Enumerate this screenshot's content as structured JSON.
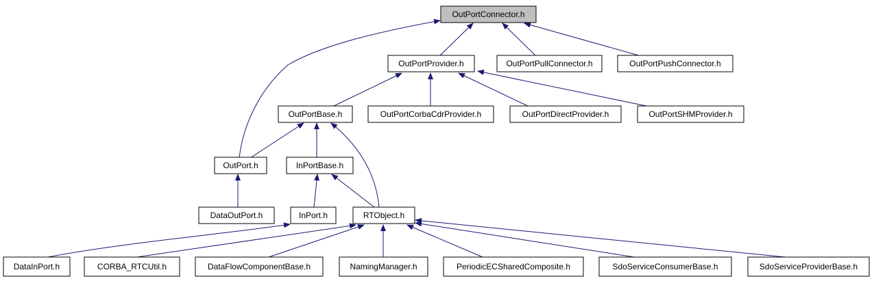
{
  "colors": {
    "edge": "#191970",
    "root_fill": "#bfbfbf",
    "node_fill": "#ffffff",
    "border": "#000000"
  },
  "nodes": {
    "outport_connector": "OutPortConnector.h",
    "outport_provider": "OutPortProvider.h",
    "outport_pull_connector": "OutPortPullConnector.h",
    "outport_push_connector": "OutPortPushConnector.h",
    "outport_base": "OutPortBase.h",
    "outport_corba_cdr_provider": "OutPortCorbaCdrProvider.h",
    "outport_direct_provider": "OutPortDirectProvider.h",
    "outport_shm_provider": "OutPortSHMProvider.h",
    "outport": "OutPort.h",
    "inport_base": "InPortBase.h",
    "data_outport": "DataOutPort.h",
    "inport": "InPort.h",
    "rtobject": "RTObject.h",
    "data_inport": "DataInPort.h",
    "corba_rtcutil": "CORBA_RTCUtil.h",
    "dataflow_component_base": "DataFlowComponentBase.h",
    "naming_manager": "NamingManager.h",
    "periodic_ec_shared_composite": "PeriodicECSharedComposite.h",
    "sdo_service_consumer_base": "SdoServiceConsumerBase.h",
    "sdo_service_provider_base": "SdoServiceProviderBase.h"
  }
}
